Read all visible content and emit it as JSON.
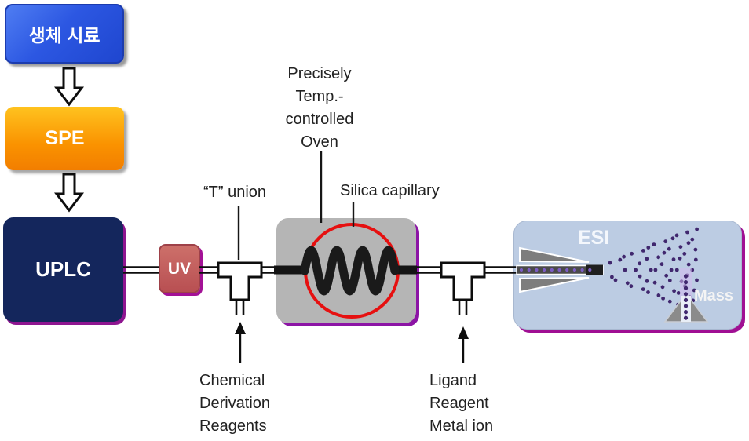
{
  "nodes": {
    "bio_sample": {
      "label": "생체 시료"
    },
    "spe": {
      "label": "SPE"
    },
    "uplc": {
      "label": "UPLC"
    },
    "uv": {
      "label": "UV"
    },
    "esi": {
      "label": "ESI"
    },
    "mass": {
      "label": "Mass"
    }
  },
  "labels": {
    "t_union": "“T” union",
    "oven": [
      "Precisely",
      "Temp.-",
      "controlled",
      "Oven"
    ],
    "silica": "Silica capillary",
    "chemical": [
      "Chemical",
      "Derivation",
      "Reagents"
    ],
    "ligand": [
      "Ligand",
      "Reagent",
      "Metal ion"
    ]
  },
  "colors": {
    "bio_blue": "#2c57e2",
    "spe_orange": "#fa9200",
    "uplc_navy": "#14265c",
    "uv_red": "#b84f52",
    "oven_gray": "#b5b5b5",
    "esi_panel_blue": "#bccce3",
    "shadow_magenta": "#a00f93",
    "circle_red": "#e61010",
    "spray_purple": "#40276e",
    "tube_black": "#0d0d0d"
  }
}
